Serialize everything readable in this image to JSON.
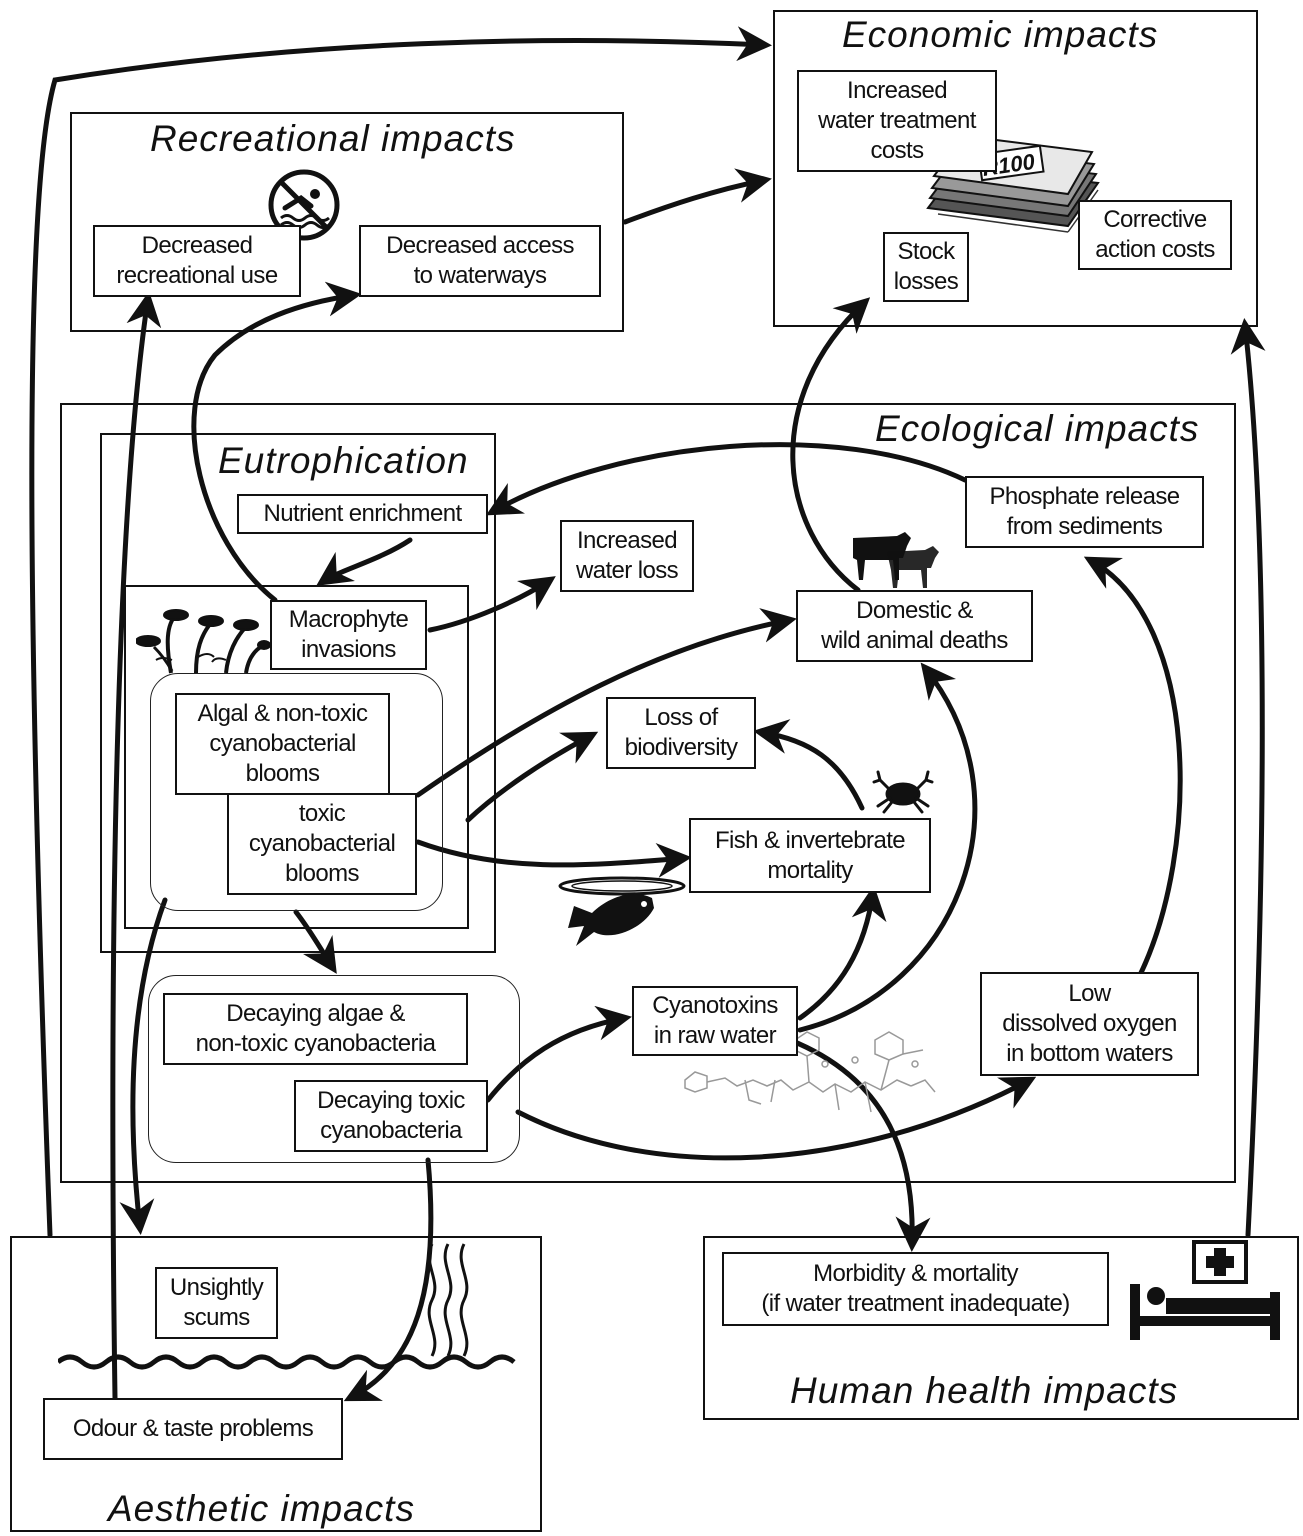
{
  "groups": {
    "economic": "Economic impacts",
    "recreational": "Recreational impacts",
    "ecological": "Ecological impacts",
    "eutrophication": "Eutrophication",
    "aesthetic": "Aesthetic impacts",
    "health": "Human health impacts"
  },
  "nodes": {
    "water_treatment_costs": "Increased\nwater treatment\ncosts",
    "corrective_costs": "Corrective\naction costs",
    "stock_losses": "Stock\nlosses",
    "decreased_recreational_use": "Decreased\nrecreational use",
    "decreased_access": "Decreased access\nto waterways",
    "nutrient_enrichment": "Nutrient enrichment",
    "increased_water_loss": "Increased\nwater loss",
    "macrophyte_invasions": "Macrophyte\ninvasions",
    "phosphate_release": "Phosphate release\nfrom sediments",
    "animal_deaths": "Domestic &\nwild animal deaths",
    "algal_blooms": "Algal & non-toxic\ncyanobacterial\nblooms",
    "toxic_blooms": "toxic\ncyanobacterial\nblooms",
    "loss_biodiversity": "Loss of\nbiodiversity",
    "fish_mortality": "Fish & invertebrate\nmortality",
    "decaying_algae": "Decaying algae &\nnon-toxic cyanobacteria",
    "decaying_toxic": "Decaying toxic\ncyanobacteria",
    "cyanotoxins": "Cyanotoxins\nin raw water",
    "low_oxygen": "Low\ndissolved oxygen\nin bottom waters",
    "unsightly_scums": "Unsightly\nscums",
    "odour_taste": "Odour & taste problems",
    "morbidity": "Morbidity & mortality\n(if water treatment inadequate)"
  },
  "money_label": "R100",
  "icons": [
    "money-stack-icon",
    "no-swimming-icon",
    "macrophyte-plants-icon",
    "cattle-icon",
    "crab-icon",
    "dead-fish-icon",
    "toxin-molecule-icon",
    "heat-waves-icon",
    "water-surface-icon",
    "hospital-bed-icon"
  ]
}
